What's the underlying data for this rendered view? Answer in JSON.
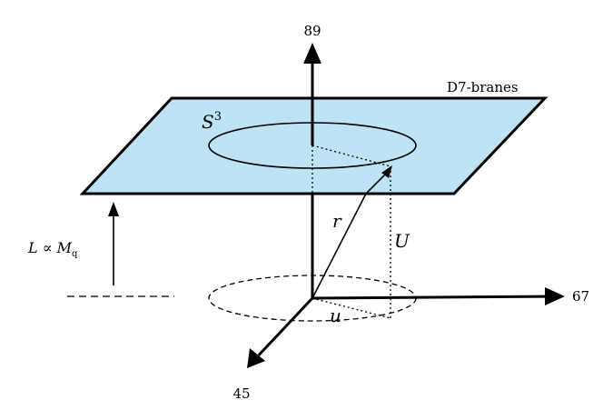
{
  "diagram": {
    "plane_label": "D7-branes",
    "sphere_label_base": "S",
    "sphere_label_exp": "3",
    "axis_up_label": "89",
    "axis_right_label": "67",
    "axis_left_label": "45",
    "radius_label": "r",
    "height_label": "U",
    "radial_label": "u",
    "separation_label_prefix": "L ∝ M",
    "separation_label_sub": "q",
    "colors": {
      "plane_fill": "#bee3f5",
      "stroke": "#000000"
    }
  }
}
